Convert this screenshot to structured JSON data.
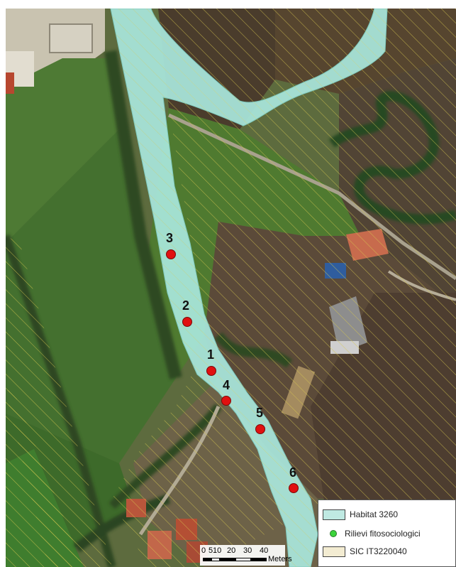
{
  "legend": {
    "items": [
      {
        "label": "Habitat 3260",
        "symbol": "polygon-fill",
        "color": "#bfe9e2"
      },
      {
        "label": "Rilievi fitosociologici",
        "symbol": "point",
        "color": "#3bd43b"
      },
      {
        "label": "SIC IT3220040",
        "symbol": "hatched-polygon",
        "color": "#f3ecd2"
      }
    ]
  },
  "markers": [
    {
      "label": "3",
      "color": "#e01010"
    },
    {
      "label": "2",
      "color": "#e01010"
    },
    {
      "label": "1",
      "color": "#e01010"
    },
    {
      "label": "4",
      "color": "#e01010"
    },
    {
      "label": "5",
      "color": "#e01010"
    },
    {
      "label": "6",
      "color": "#e01010"
    }
  ],
  "scale_bar": {
    "ticks": [
      "0",
      "5",
      "10",
      "20",
      "30",
      "40"
    ],
    "unit": "Meters"
  },
  "colors": {
    "habitat_fill": "#a9e6dc",
    "hatch_line": "#d8c84e",
    "marker": "#e01010"
  }
}
